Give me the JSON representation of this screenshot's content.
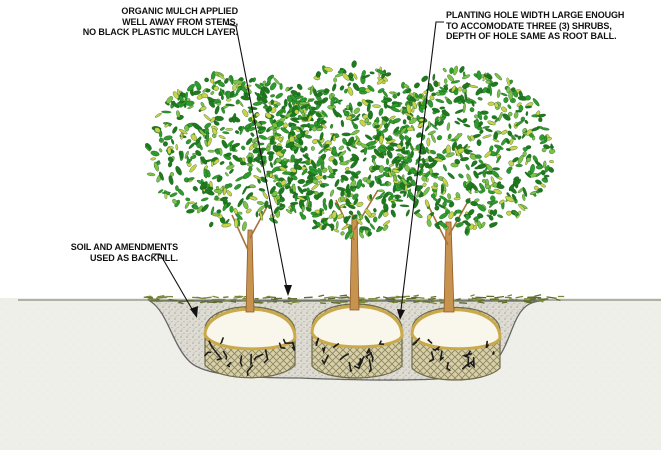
{
  "annotations": {
    "mulch": "ORGANIC MULCH APPLIED\nWELL AWAY FROM STEMS,\nNO BLACK PLASTIC MULCH LAYER.",
    "planting_hole": "PLANTING HOLE WIDTH LARGE ENOUGH\nTO ACCOMODATE THREE (3) SHRUBS,\nDEPTH OF HOLE SAME AS ROOT BALL.",
    "backfill": "SOIL AND AMENDMENTS\nUSED AS BACKFILL."
  },
  "colors": {
    "background": "#ffffff",
    "soil": "#ecece6",
    "backfill": "#d9d9cf",
    "root_ball": "#f7f4e4",
    "root_ball_outline": "#c9a94a",
    "burlap": "#cfc8a0",
    "trunk": "#c08a4a",
    "foliage_dark": "#1f7a1f",
    "foliage_mid": "#2e9b2e",
    "foliage_light": "#7cc24a",
    "foliage_yellow": "#c8d24a",
    "leader_line": "#111111"
  },
  "icons": {
    "shrubs": "shrub-icon",
    "root_balls": "root-ball-icon"
  }
}
